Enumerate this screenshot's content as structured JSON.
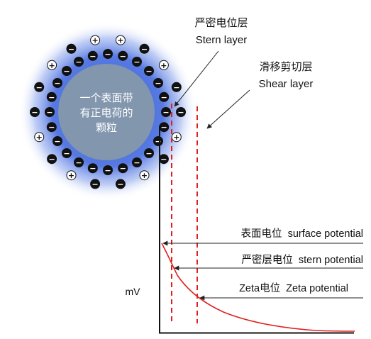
{
  "particle": {
    "label_lines": [
      "一个表面带",
      "有正电荷的",
      "颗粒"
    ],
    "core_color": "#8296ad",
    "halo_color": "#2f57d6",
    "positive_sign": "+",
    "negative_sign": "−"
  },
  "labels": {
    "stern_layer_cn": "严密电位层",
    "stern_layer_en": "Stern layer",
    "shear_layer_cn": "滑移剪切层",
    "shear_layer_en": "Shear layer",
    "surface_potential": "表面电位  surface potential",
    "stern_potential": "严密层电位  stern potential",
    "zeta_potential": "Zeta电位  Zeta potential",
    "y_axis": "mV"
  },
  "colors": {
    "axis": "#111111",
    "curve": "#e02020",
    "dashed": "#e02020",
    "arrow": "#222222"
  }
}
